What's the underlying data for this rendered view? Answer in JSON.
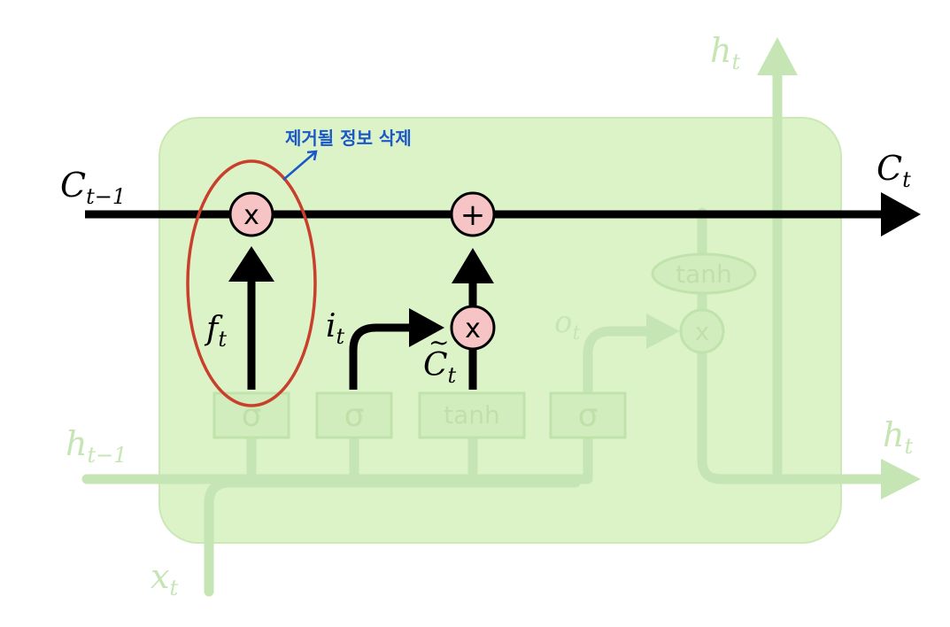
{
  "labels": {
    "c_prev_main": "C",
    "c_prev_sub": "t−1",
    "c_t_main": "C",
    "c_t_sub": "t",
    "h_prev_main": "h",
    "h_prev_sub": "t−1",
    "h_t_right_main": "h",
    "h_t_right_sub": "t",
    "h_t_top_main": "h",
    "h_t_top_sub": "t",
    "x_t_main": "x",
    "x_t_sub": "t",
    "f_t_main": "f",
    "f_t_sub": "t",
    "i_t_main": "i",
    "i_t_sub": "t",
    "o_t_main": "o",
    "o_t_sub": "t",
    "c_tilde_main": "C",
    "c_tilde_accent": "~",
    "c_tilde_sub": "t"
  },
  "gates": {
    "forget_sigma": "σ",
    "input_sigma": "σ",
    "candidate_tanh": "tanh",
    "output_sigma": "σ",
    "cell_tanh": "tanh"
  },
  "operators": {
    "forget_multiply": "x",
    "add": "+",
    "input_multiply": "x",
    "output_multiply": "x"
  },
  "annotation": {
    "text": "제거될 정보 삭제"
  },
  "colors": {
    "cell_fill": "#dcf3c8",
    "faded_green": "#c5e6b4",
    "operator_fill": "#f6c4c4",
    "highlight_ellipse": "#c8402c",
    "annotation_blue": "#1a58c9"
  }
}
